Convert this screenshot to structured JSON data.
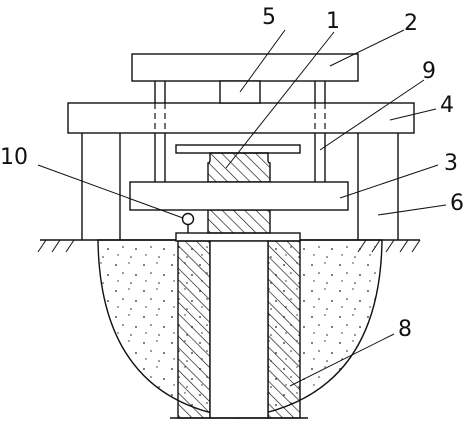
{
  "labels": {
    "l1": "1",
    "l2": "2",
    "l3": "3",
    "l4": "4",
    "l5": "5",
    "l6": "6",
    "l8": "8",
    "l9": "9",
    "l10": "10"
  },
  "colors": {
    "stroke": "#111111",
    "background": "#ffffff"
  }
}
